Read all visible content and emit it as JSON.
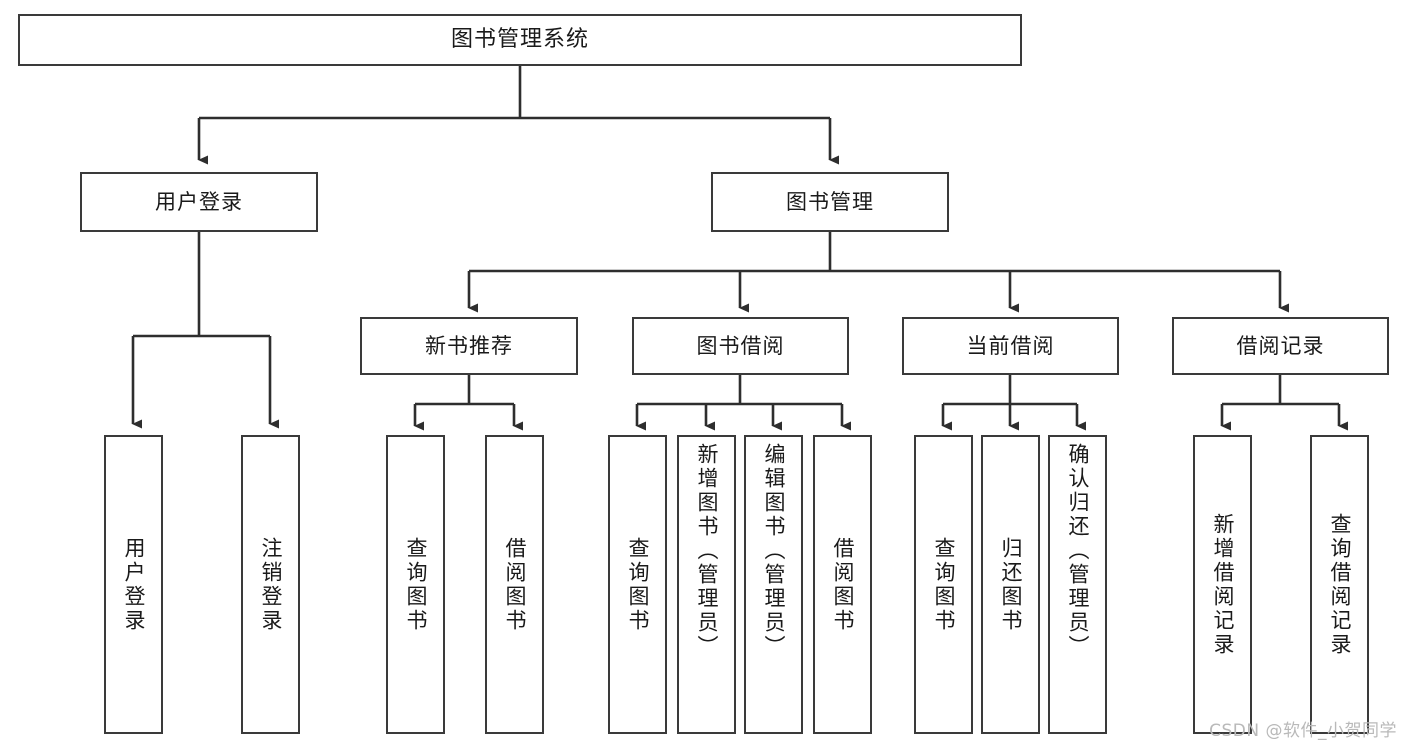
{
  "diagram": {
    "title": "图书管理系统",
    "type": "tree-hierarchy-chart",
    "root": {
      "label": "图书管理系统"
    },
    "level1": [
      {
        "label": "用户登录"
      },
      {
        "label": "图书管理"
      }
    ],
    "level2": [
      {
        "label": "新书推荐"
      },
      {
        "label": "图书借阅"
      },
      {
        "label": "当前借阅"
      },
      {
        "label": "借阅记录"
      }
    ],
    "leaves": {
      "user_login": [
        {
          "label": "用户登录"
        },
        {
          "label": "注销登录"
        }
      ],
      "new_book_recommend": [
        {
          "label": "查询图书"
        },
        {
          "label": "借阅图书"
        }
      ],
      "book_borrow": [
        {
          "label": "查询图书"
        },
        {
          "label": "新增图书（管理员）"
        },
        {
          "label": "编辑图书（管理员）"
        },
        {
          "label": "借阅图书"
        }
      ],
      "current_borrow": [
        {
          "label": "查询图书"
        },
        {
          "label": "归还图书"
        },
        {
          "label": "确认归还（管理员）"
        }
      ],
      "borrow_record": [
        {
          "label": "新增借阅记录"
        },
        {
          "label": "查询借阅记录"
        }
      ]
    }
  },
  "watermark": {
    "text": "CSDN @软件_小贺同学"
  },
  "colors": {
    "stroke": "#3a3a3a",
    "fill": "#ffffff",
    "text": "#1a1a1a",
    "watermark": "#b9b9b9"
  }
}
